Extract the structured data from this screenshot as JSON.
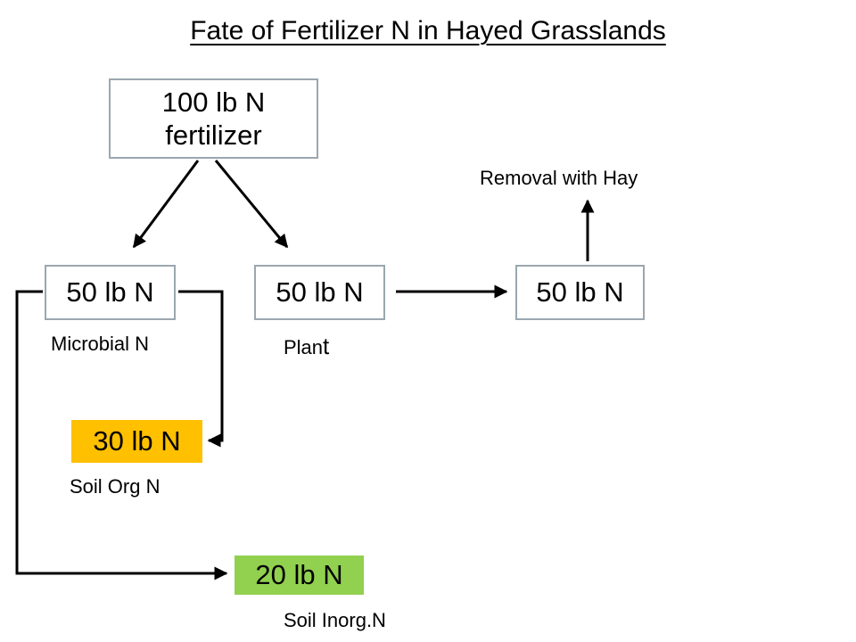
{
  "title": "Fate of Fertilizer N in Hayed Grasslands",
  "nodes": {
    "fertilizer": {
      "line1": "100 lb N",
      "line2": "fertilizer"
    },
    "microbial": {
      "value": "50 lb N",
      "label": "Microbial N"
    },
    "plant": {
      "value": "50 lb N",
      "label_main": "Plan",
      "label_tail": "t"
    },
    "hay": {
      "value": "50 lb N",
      "label": "Removal with Hay"
    },
    "soil_org": {
      "value": "30 lb N",
      "label": "Soil Org N"
    },
    "soil_inorg": {
      "value": "20 lb N",
      "label": "Soil Inorg.N"
    }
  },
  "colors": {
    "box_border": "#9aa7b0",
    "soil_org_fill": "#ffc000",
    "soil_inorg_fill": "#92d050",
    "arrow": "#000000"
  }
}
